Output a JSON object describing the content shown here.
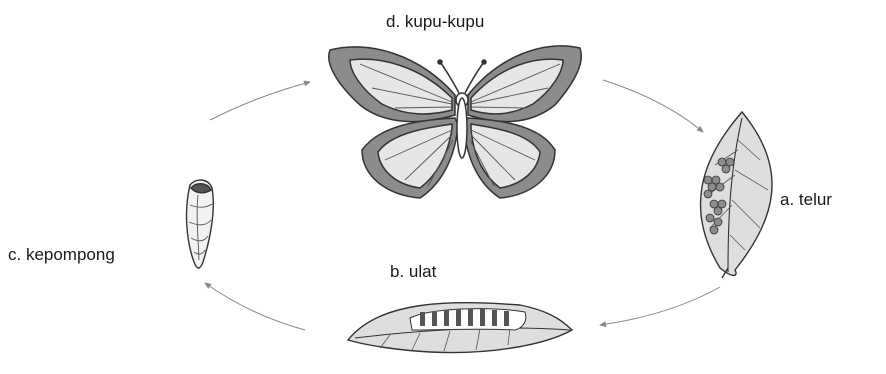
{
  "stages": {
    "egg": {
      "letter": "a.",
      "name": "telur",
      "label": "a.  telur"
    },
    "larva": {
      "letter": "b.",
      "name": "ulat",
      "label": "b.  ulat"
    },
    "pupa": {
      "letter": "c.",
      "name": "kepompong",
      "label": "c.  kepompong"
    },
    "butterfly": {
      "letter": "d.",
      "name": "kupu-kupu",
      "label": "d.  kupu-kupu"
    }
  },
  "cycle_order": [
    "butterfly",
    "egg",
    "larva",
    "pupa"
  ],
  "icons": {
    "butterfly": "butterfly-illustration",
    "egg": "leaf-with-eggs-illustration",
    "larva": "caterpillar-on-leaf-illustration",
    "pupa": "chrysalis-illustration"
  },
  "colors": {
    "line": "#333333",
    "wing_outer": "#8c8c8c",
    "wing_inner": "#e6e6e6",
    "leaf": "#dedede",
    "arrow": "#888888"
  }
}
